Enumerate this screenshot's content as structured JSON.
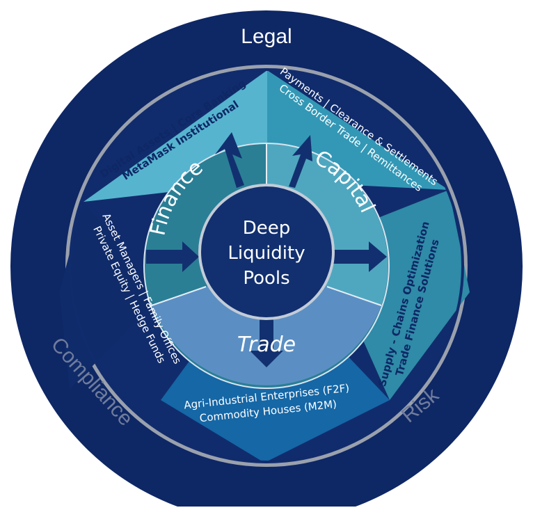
{
  "center": {
    "lines": [
      "Deep",
      "Liquidity",
      "Pools"
    ]
  },
  "outer_ring": {
    "top": "Legal",
    "left": "Compliance",
    "right": "Risk"
  },
  "pillars": {
    "finance": "Finance",
    "capital": "Capital",
    "trade": "Trade"
  },
  "segments": {
    "upper_left": [
      "Digital Assets | Core Banking",
      "MetaMask Institutional"
    ],
    "upper_right": [
      "Payments | Clearance & Settlements",
      "Cross Border Trade | Remittances"
    ],
    "left": [
      "Asset Managers | Family Offices",
      "Private Equity | Hedge Funds"
    ],
    "right": [
      "Supply - Chains Optimization",
      "Trade Finance Solutions"
    ],
    "bottom": [
      "Agri-Industrial Enterprises (F2F)",
      "Commodity Houses (M2M)"
    ]
  },
  "colors": {
    "navy": "#0e2765",
    "outer_gray": "#9aa1ad",
    "mid_ring": "#1f4f8c",
    "light_teal": "#56b4cf",
    "teal": "#3398b6",
    "inner_teal": "#2a7f95",
    "inner_light": "#4fa7bf",
    "trade_blue": "#5b8fc3",
    "bottom_blue": "#1567a6",
    "center": "#12306f",
    "muted_text": "#6f7c9b",
    "white": "#ffffff"
  }
}
